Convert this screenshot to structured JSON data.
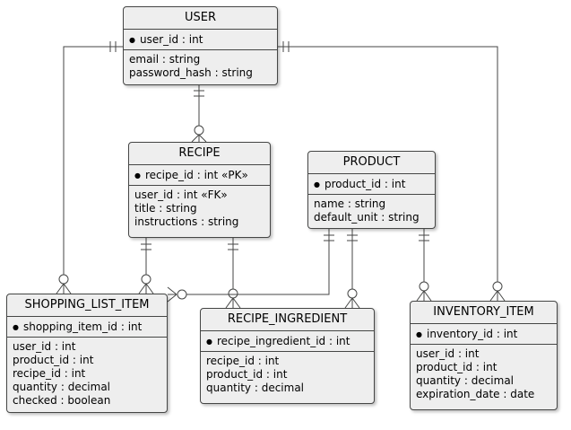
{
  "icons": {
    "primary_key_bullet": "●"
  },
  "colors": {
    "entity_fill": "#eeeeee",
    "entity_border": "#454645",
    "line": "#454645",
    "text": "#000000",
    "background": "#ffffff"
  },
  "entities": [
    {
      "name": "USER",
      "key": "user_id : int",
      "fields": [
        "email : string",
        "password_hash : string"
      ]
    },
    {
      "name": "RECIPE",
      "key": "recipe_id : int «PK»",
      "fields": [
        "user_id : int «FK»",
        "title : string",
        "instructions : string"
      ]
    },
    {
      "name": "PRODUCT",
      "key": "product_id : int",
      "fields": [
        "name : string",
        "default_unit : string"
      ]
    },
    {
      "name": "SHOPPING_LIST_ITEM",
      "key": "shopping_item_id : int",
      "fields": [
        "user_id : int",
        "product_id : int",
        "recipe_id : int",
        "quantity : decimal",
        "checked : boolean"
      ]
    },
    {
      "name": "RECIPE_INGREDIENT",
      "key": "recipe_ingredient_id : int",
      "fields": [
        "recipe_id : int",
        "product_id : int",
        "quantity : decimal"
      ]
    },
    {
      "name": "INVENTORY_ITEM",
      "key": "inventory_id : int",
      "fields": [
        "user_id : int",
        "product_id : int",
        "quantity : decimal",
        "expiration_date : date"
      ]
    }
  ],
  "relationships": [
    {
      "from": "USER",
      "to": "RECIPE",
      "from_cardinality": "exactly-one",
      "to_cardinality": "zero-or-many"
    },
    {
      "from": "USER",
      "to": "SHOPPING_LIST_ITEM",
      "from_cardinality": "exactly-one",
      "to_cardinality": "zero-or-many"
    },
    {
      "from": "USER",
      "to": "INVENTORY_ITEM",
      "from_cardinality": "exactly-one",
      "to_cardinality": "zero-or-many"
    },
    {
      "from": "RECIPE",
      "to": "SHOPPING_LIST_ITEM",
      "from_cardinality": "exactly-one",
      "to_cardinality": "zero-or-many"
    },
    {
      "from": "RECIPE",
      "to": "RECIPE_INGREDIENT",
      "from_cardinality": "exactly-one",
      "to_cardinality": "zero-or-many"
    },
    {
      "from": "PRODUCT",
      "to": "SHOPPING_LIST_ITEM",
      "from_cardinality": "exactly-one",
      "to_cardinality": "zero-or-many"
    },
    {
      "from": "PRODUCT",
      "to": "RECIPE_INGREDIENT",
      "from_cardinality": "exactly-one",
      "to_cardinality": "zero-or-many"
    },
    {
      "from": "PRODUCT",
      "to": "INVENTORY_ITEM",
      "from_cardinality": "exactly-one",
      "to_cardinality": "zero-or-many"
    }
  ]
}
